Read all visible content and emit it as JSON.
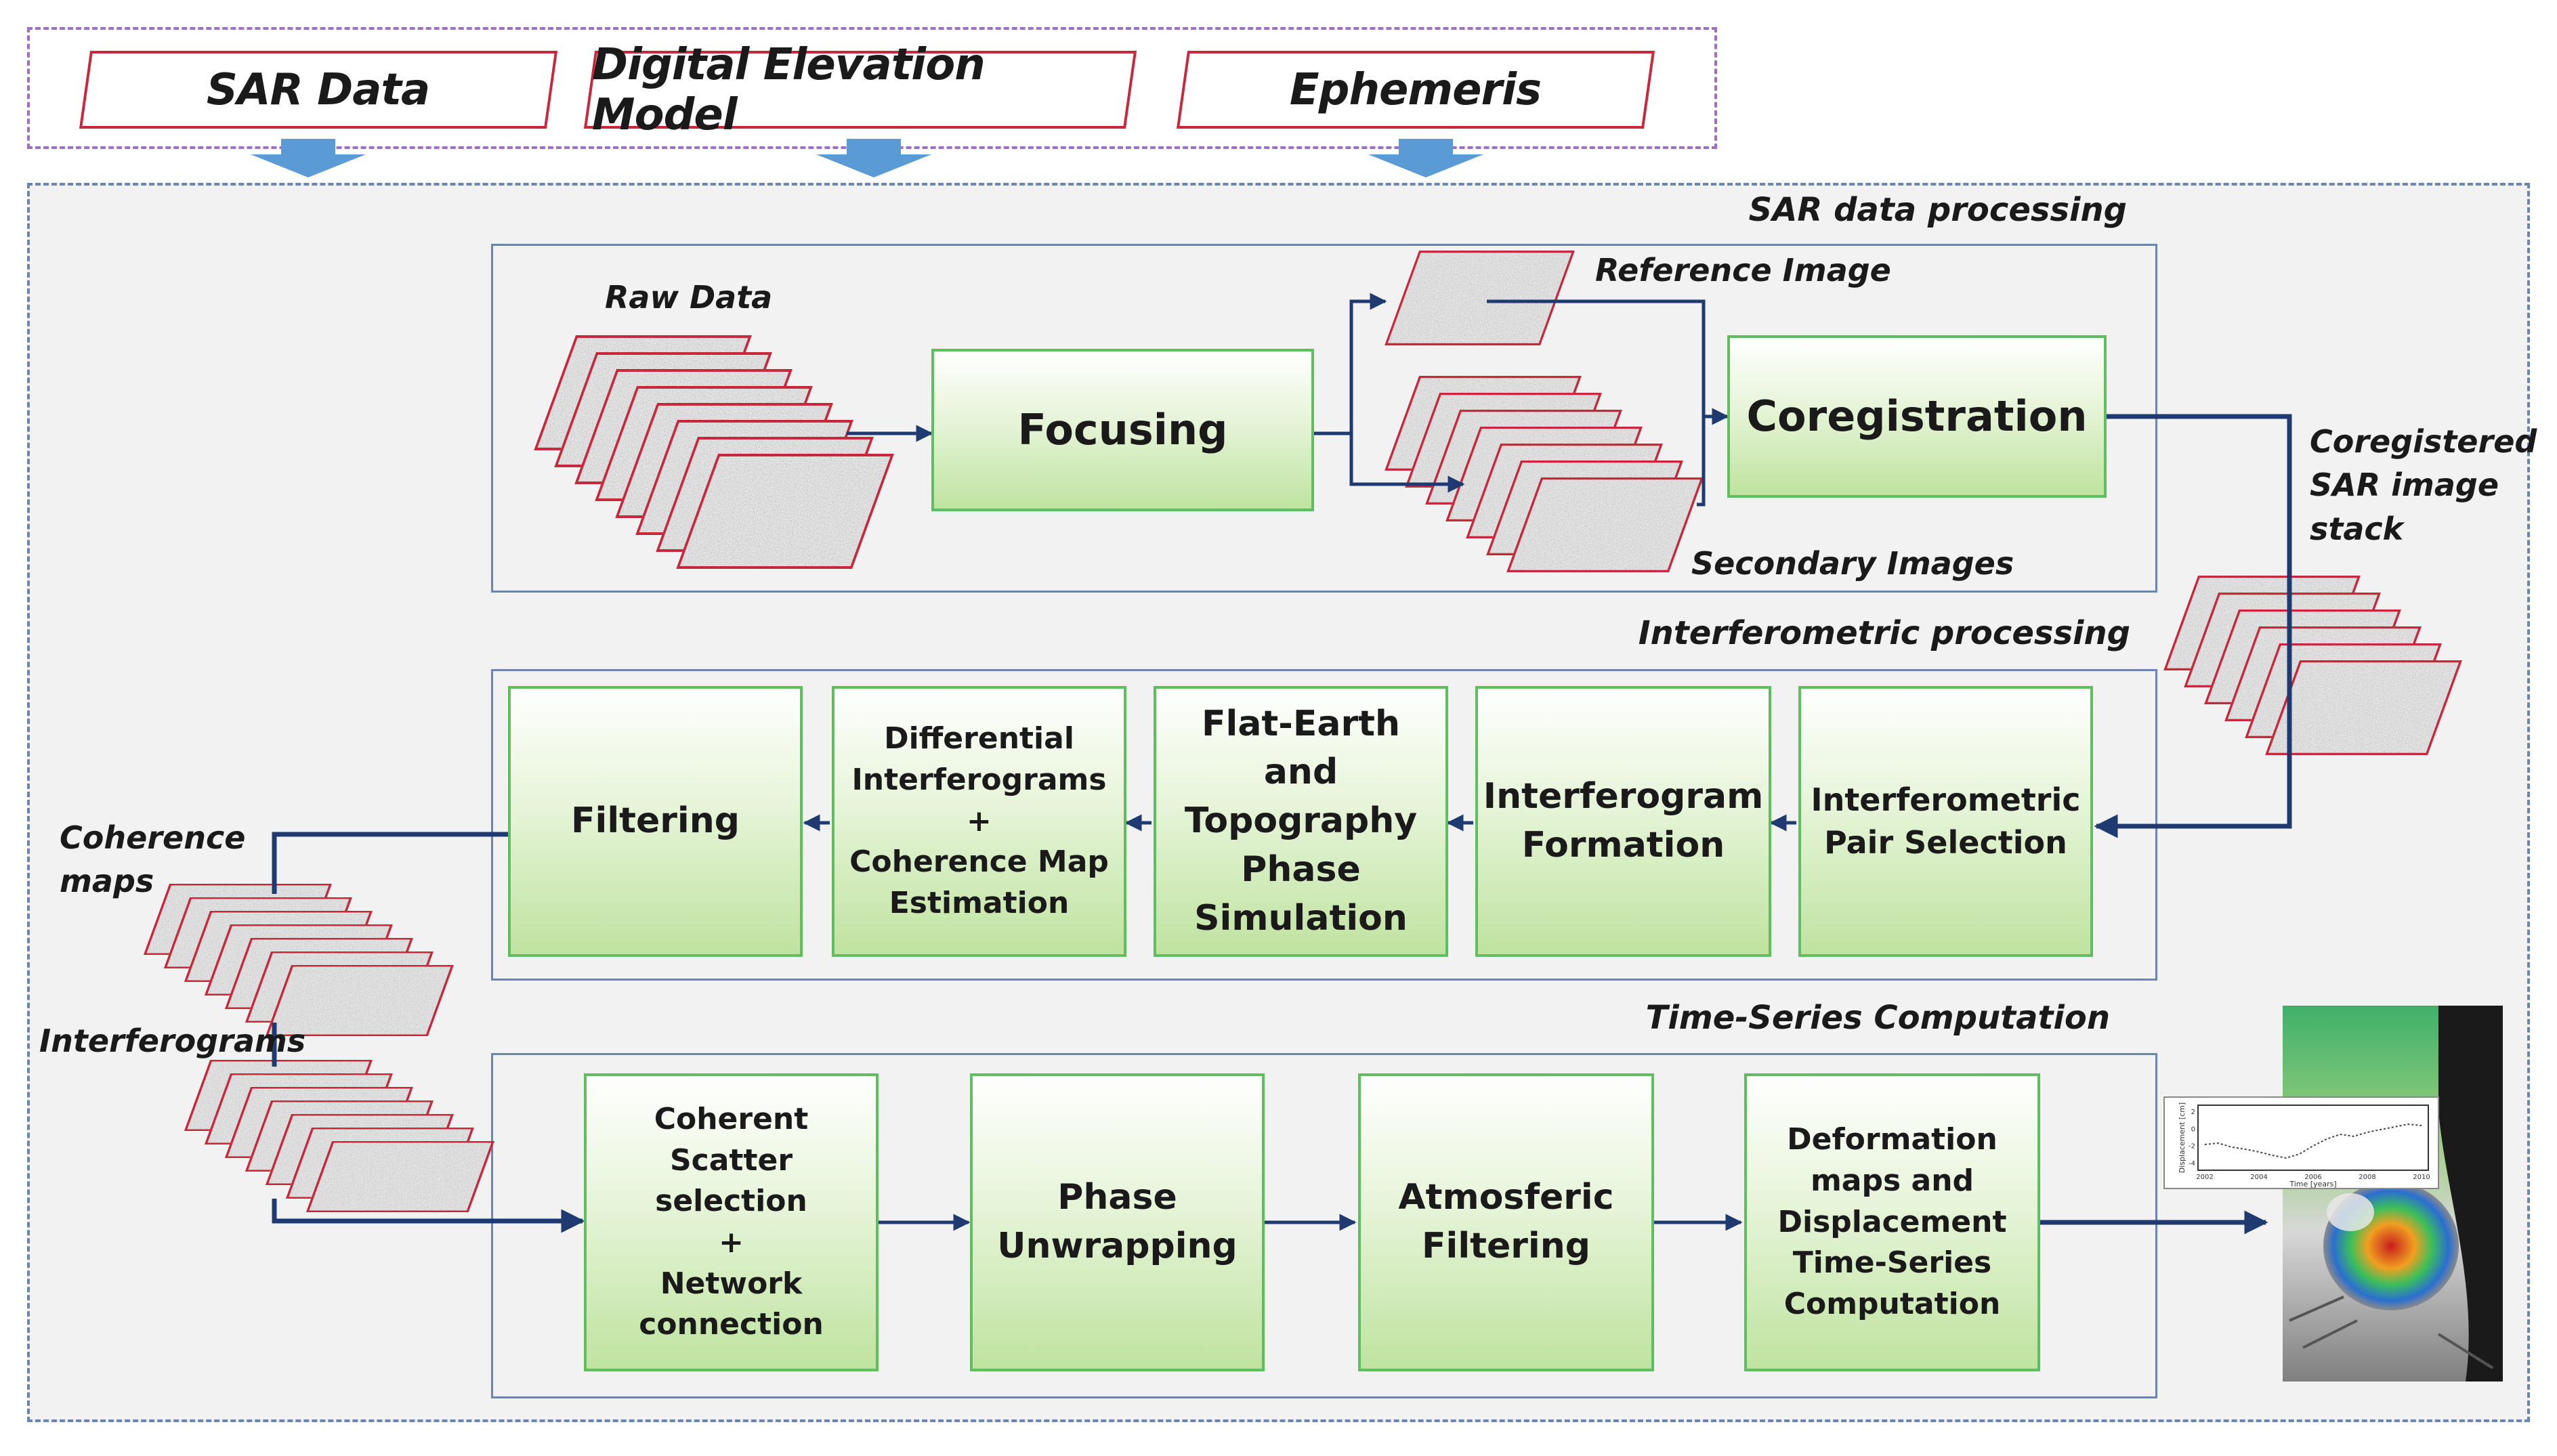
{
  "inputs": {
    "sar": "SAR Data",
    "dem": "Digital Elevation Model",
    "eph": "Ephemeris"
  },
  "sections": {
    "sar_processing": "SAR data processing",
    "interferometric": "Interferometric processing",
    "timeseries": "Time-Series Computation"
  },
  "labels": {
    "raw_data": "Raw Data",
    "reference_image": "Reference Image",
    "secondary_images": "Secondary Images",
    "coregistered_stack": "Coregistered\nSAR image\n stack",
    "coherence_maps": "Coherence\n       maps",
    "interferograms": "Interferograms"
  },
  "boxes": {
    "focusing": "Focusing",
    "coregistration": "Coregistration",
    "filtering": "Filtering",
    "differential": "Differential\nInterferograms\n+\nCoherence Map\nEstimation",
    "flat_earth": "Flat-Earth\nand\nTopography\nPhase\nSimulation",
    "interferogram_formation": "Interferogram\nFormation",
    "pair_selection": "Interferometric\nPair Selection",
    "coherent_scatter": "Coherent\nScatter\nselection\n+\nNetwork\nconnection",
    "phase_unwrapping": "Phase\nUnwrapping",
    "atmospheric": "Atmosferic\nFiltering",
    "deformation": "Deformation\nmaps and\nDisplacement\nTime-Series\nComputation"
  },
  "output_plot": {
    "ylabel": "Displacement [cm]",
    "xlabel": "Time [years]",
    "x_ticks": [
      "2002",
      "2004",
      "2006",
      "2008",
      "2010"
    ],
    "y_ticks": [
      "2",
      "0",
      "-2",
      "-4"
    ]
  },
  "colors": {
    "arrow": "#1f3a70",
    "input_arrow": "#5b9bd5",
    "box_border": "#5fbf5f",
    "image_border": "#c8283c",
    "frame": "#6a86b0",
    "input_frame": "#a070c0"
  }
}
